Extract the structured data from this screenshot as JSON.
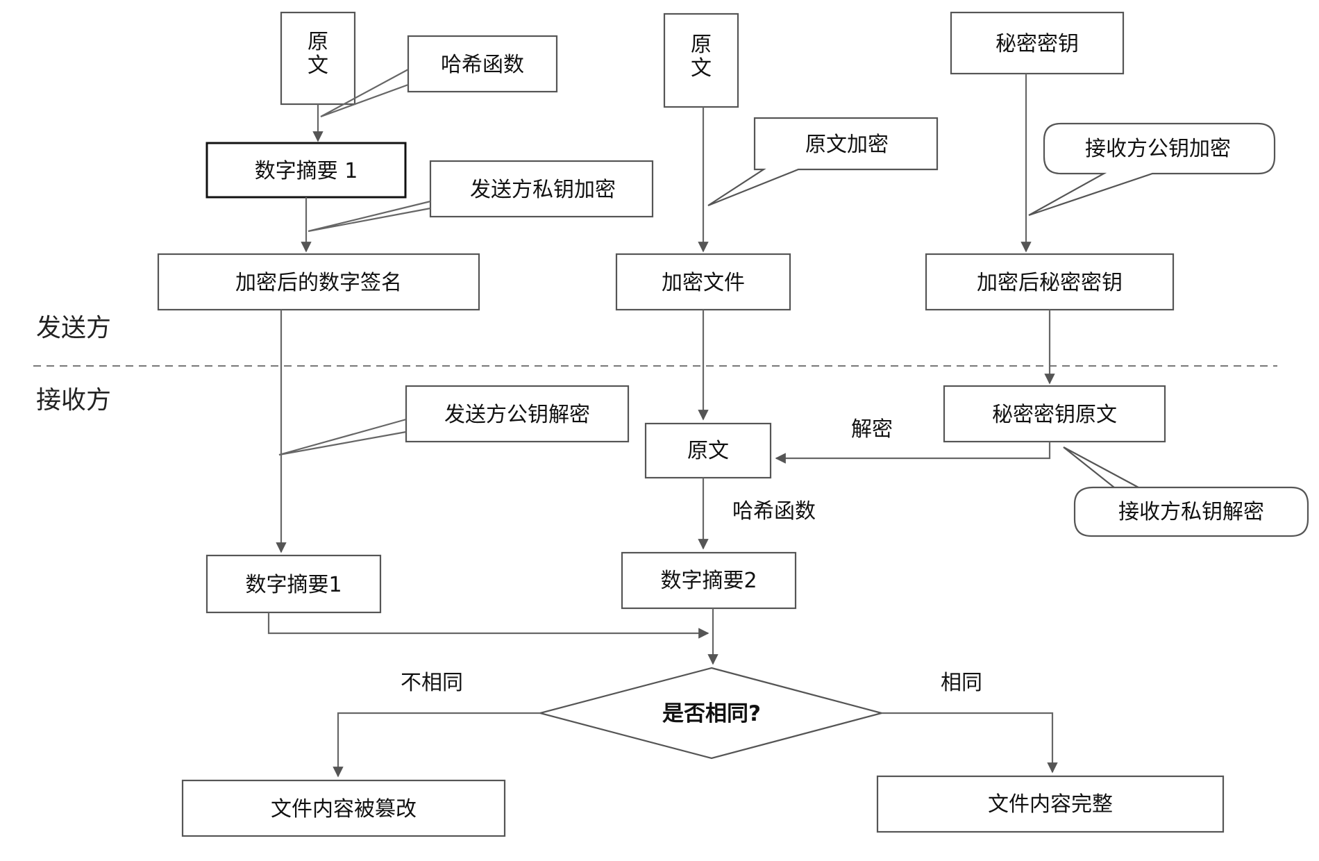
{
  "sides": {
    "sender": "发送方",
    "receiver": "接收方"
  },
  "sender": {
    "plaintext_1_line1": "原",
    "plaintext_1_line2": "文",
    "hash_function": "哈希函数",
    "digest_1": "数字摘要 1",
    "sender_private_key_encrypt": "发送方私钥加密",
    "encrypted_signature": "加密后的数字签名",
    "plaintext_2_line1": "原",
    "plaintext_2_line2": "文",
    "plaintext_encrypt": "原文加密",
    "encrypted_file": "加密文件",
    "secret_key": "秘密密钥",
    "receiver_public_key_encrypt": "接收方公钥加密",
    "encrypted_secret_key": "加密后秘密密钥"
  },
  "receiver": {
    "sender_public_key_decrypt": "发送方公钥解密",
    "secret_key_plain": "秘密密钥原文",
    "decrypt": "解密",
    "plaintext": "原文",
    "receiver_private_key_decrypt": "接收方私钥解密",
    "hash_function": "哈希函数",
    "digest_1": "数字摘要1",
    "digest_2": "数字摘要2",
    "same_question": "是否相同?",
    "not_same": "不相同",
    "same": "相同",
    "tampered": "文件内容被篡改",
    "intact": "文件内容完整"
  }
}
